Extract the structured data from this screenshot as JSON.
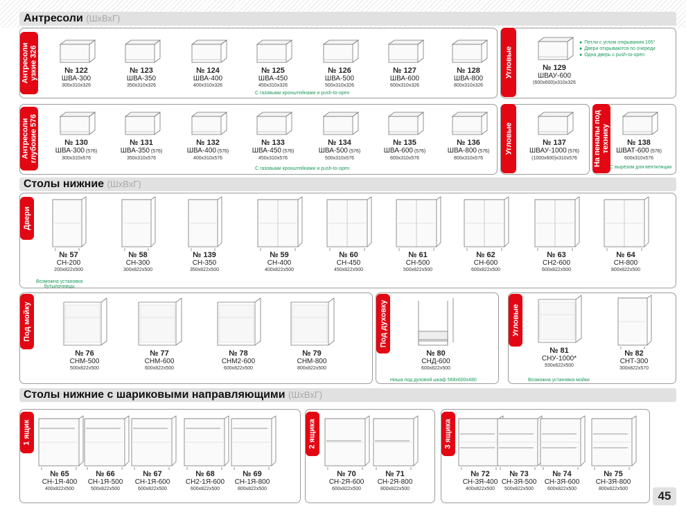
{
  "page_number": "45",
  "sections": [
    {
      "title": "Антресоли",
      "suffix": "(ШхВхГ)"
    },
    {
      "title": "Столы нижние",
      "suffix": "(ШхВхГ)"
    },
    {
      "title": "Столы нижние с шариковыми направляющими",
      "suffix": "(ШхВхГ)"
    }
  ],
  "groups": {
    "a326": "Антресоли\nузкие 326",
    "a576": "Антресоли\nглубокие 576",
    "corner": "Угловые",
    "corner2": "Угловые",
    "pen": "На пеналы под\nтехнику",
    "doors": "Двери",
    "sink": "Под мойку",
    "oven": "Под духовку",
    "corner3": "Угловые",
    "d1": "1 ящик",
    "d2": "2 ящика",
    "d3": "3 ящика"
  },
  "notes": {
    "gas1": "С газовыми кронштейнами и push-to-open",
    "gas2": "С газовыми кронштейнами и push-to-open",
    "vent": "С вырезом для вентиляции",
    "bottle": "Возможна установка\nбутылочницы",
    "oven": "Ниша под духовой шкаф 568х600х480",
    "sink": "Возможна установка мойки",
    "hinges": [
      "Петли с углом открывания 165°",
      "Двери открываются по очереди",
      "Одна дверь с push-to-open"
    ]
  },
  "items": [
    {
      "n": "№ 122",
      "name": "ШВА-300",
      "dim": "300x310x326"
    },
    {
      "n": "№ 123",
      "name": "ШВА-350",
      "dim": "350x310x326"
    },
    {
      "n": "№ 124",
      "name": "ШВА-400",
      "dim": "400x310x326"
    },
    {
      "n": "№ 125",
      "name": "ШВА-450",
      "dim": "450x310x326"
    },
    {
      "n": "№ 126",
      "name": "ШВА-500",
      "dim": "500x310x326"
    },
    {
      "n": "№ 127",
      "name": "ШВА-600",
      "dim": "600x310x326"
    },
    {
      "n": "№ 128",
      "name": "ШВА-800",
      "dim": "800x310x326"
    },
    {
      "n": "№ 129",
      "name": "ШВАУ-600",
      "dim": "(600x600)x310x326"
    },
    {
      "n": "№ 130",
      "name": "ШВА-300",
      "suf": "(576)",
      "dim": "300x310x576"
    },
    {
      "n": "№ 131",
      "name": "ШВА-350",
      "suf": "(576)",
      "dim": "350x310x576"
    },
    {
      "n": "№ 132",
      "name": "ШВА-400",
      "suf": "(576)",
      "dim": "400x310x576"
    },
    {
      "n": "№ 133",
      "name": "ШВА-450",
      "suf": "(576)",
      "dim": "450x310x576"
    },
    {
      "n": "№ 134",
      "name": "ШВА-500",
      "suf": "(576)",
      "dim": "500x310x576"
    },
    {
      "n": "№ 135",
      "name": "ШВА-600",
      "suf": "(576)",
      "dim": "600x310x576"
    },
    {
      "n": "№ 136",
      "name": "ШВА-800",
      "suf": "(576)",
      "dim": "800x310x576"
    },
    {
      "n": "№ 137",
      "name": "ШВАУ-1000",
      "suf": "(576)",
      "dim": "(1000x600)x310x576"
    },
    {
      "n": "№ 138",
      "name": "ШВАТ-600",
      "suf": "(576)",
      "dim": "600x310x576"
    },
    {
      "n": "№ 57",
      "name": "СН-200",
      "dim": "200x822x500"
    },
    {
      "n": "№ 58",
      "name": "СН-300",
      "dim": "300x822x500"
    },
    {
      "n": "№ 139",
      "name": "СН-350",
      "dim": "350x822x500"
    },
    {
      "n": "№ 59",
      "name": "СН-400",
      "dim": "400x822x500"
    },
    {
      "n": "№ 60",
      "name": "СН-450",
      "dim": "450x822x500"
    },
    {
      "n": "№ 61",
      "name": "СН-500",
      "dim": "500x822x500"
    },
    {
      "n": "№ 62",
      "name": "СН-600",
      "dim": "600x822x500"
    },
    {
      "n": "№ 63",
      "name": "СН2-600",
      "dim": "600x822x500"
    },
    {
      "n": "№ 64",
      "name": "СН-800",
      "dim": "800x822x500"
    },
    {
      "n": "№ 76",
      "name": "СНМ-500",
      "dim": "500x822x500"
    },
    {
      "n": "№ 77",
      "name": "СНМ-600",
      "dim": "600x822x500"
    },
    {
      "n": "№ 78",
      "name": "СНМ2-600",
      "dim": "600x822x500"
    },
    {
      "n": "№ 79",
      "name": "СНМ-800",
      "dim": "800x822x500"
    },
    {
      "n": "№ 80",
      "name": "СНД-600",
      "dim": "600x822x500"
    },
    {
      "n": "№ 81",
      "name": "СНУ-1000*",
      "dim": "930x822x500"
    },
    {
      "n": "№ 82",
      "name": "СНТ-300",
      "dim": "300x822x570"
    },
    {
      "n": "№ 65",
      "name": "СН-1Я-400",
      "dim": "400x822x500"
    },
    {
      "n": "№ 66",
      "name": "СН-1Я-500",
      "dim": "500x822x500"
    },
    {
      "n": "№ 67",
      "name": "СН-1Я-600",
      "dim": "600x822x500"
    },
    {
      "n": "№ 68",
      "name": "СН2-1Я-600",
      "dim": "600x822x500"
    },
    {
      "n": "№ 69",
      "name": "СН-1Я-800",
      "dim": "800x822x500"
    },
    {
      "n": "№ 70",
      "name": "СН-2Я-600",
      "dim": "600x822x500"
    },
    {
      "n": "№ 71",
      "name": "СН-2Я-800",
      "dim": "800x822x500"
    },
    {
      "n": "№ 72",
      "name": "СН-3Я-400",
      "dim": "400x822x500"
    },
    {
      "n": "№ 73",
      "name": "СН-3Я-500",
      "dim": "500x822x500"
    },
    {
      "n": "№ 74",
      "name": "СН-3Я-600",
      "dim": "600x822x500"
    },
    {
      "n": "№ 75",
      "name": "СН-3Я-800",
      "dim": "800x822x500"
    }
  ]
}
